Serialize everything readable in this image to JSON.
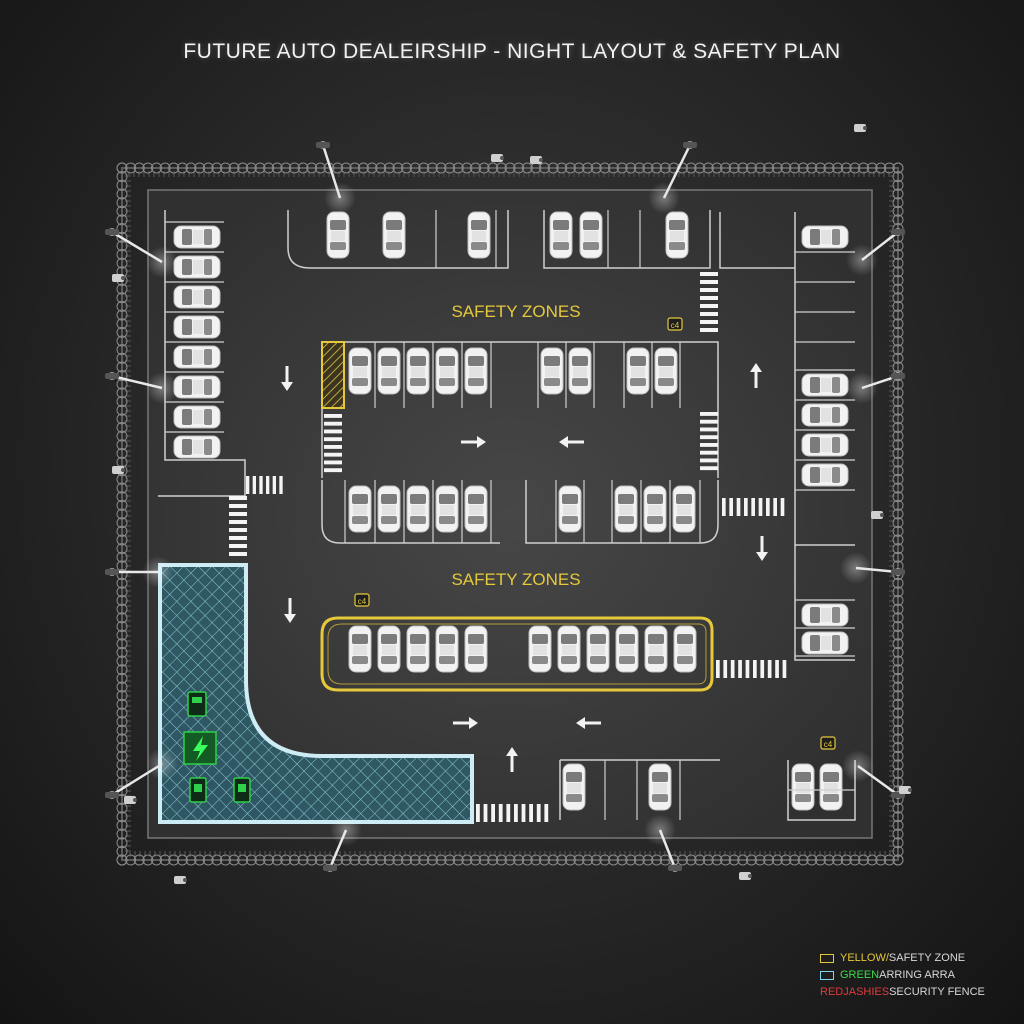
{
  "title": "FUTURE AUTO DEALEIRSHIP - NIGHT LAYOUT & SAFETY PLAN",
  "zones": {
    "upper_label": "SAFETY ZONES",
    "lower_label": "SAFETY ZONES"
  },
  "ev_badges": [
    "c4",
    "c4",
    "c4"
  ],
  "legend": [
    {
      "color_word": "YELLOW/",
      "rest": " SAFETY ZONE",
      "word_color": "#e6c93a",
      "rest_color": "#d8d8d8",
      "swatch": "#e6c93a",
      "kind": "yellow"
    },
    {
      "color_word": "GREEN",
      "rest": " ARRING ARRA",
      "word_color": "#3bdc4a",
      "rest_color": "#d8d8d8",
      "swatch": "#7fd6f0",
      "kind": "green"
    },
    {
      "color_word": "RED",
      "rest": "",
      "word_color": "#e03b3b",
      "rest_color": "#d8d8d8",
      "swatch": "",
      "kind": "red",
      "middle": " JASHIES",
      "tail": " SECURITY FENCE"
    }
  ],
  "colors": {
    "safety_yellow": "#e6c93a",
    "charging_cyan": "#9ee6ff",
    "charging_green": "#2fd04a",
    "line_white": "#e8e8e8",
    "asphalt": "#3a3a3a"
  },
  "icons": [
    "car-icon",
    "arrow-icon",
    "lamp-post-icon",
    "security-camera-icon",
    "ev-charger-icon",
    "lightning-icon",
    "crosswalk",
    "razor-wire-fence"
  ]
}
